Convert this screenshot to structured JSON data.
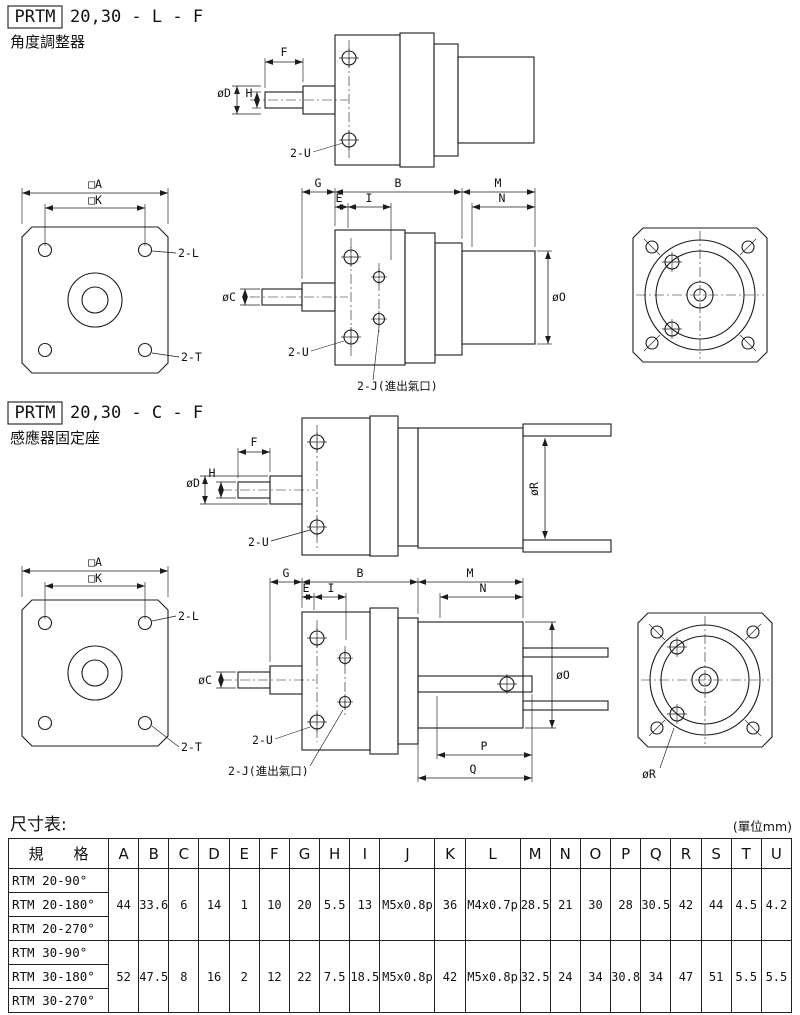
{
  "titles": {
    "s1_model": "PRTM",
    "s1_code": "20,30 - L - F",
    "s1_sub": "角度調整器",
    "s2_model": "PRTM",
    "s2_code": "20,30 - C - F",
    "s2_sub": "感應器固定座",
    "table_title": "尺寸表:",
    "unit": "(單位mm)"
  },
  "dims": {
    "A": "□A",
    "K": "□K",
    "L2": "2-L",
    "T2": "2-T",
    "F": "F",
    "dD": "øD",
    "H": "H",
    "dC": "øC",
    "dO": "øO",
    "dR": "øR",
    "G": "G",
    "B": "B",
    "M": "M",
    "E": "E",
    "I": "I",
    "N": "N",
    "U2": "2-U",
    "J2": "2-J(進出氣口)",
    "P": "P",
    "Q": "Q"
  },
  "table": {
    "spec_header": "規　　格",
    "columns": [
      "A",
      "B",
      "C",
      "D",
      "E",
      "F",
      "G",
      "H",
      "I",
      "J",
      "K",
      "L",
      "M",
      "N",
      "O",
      "P",
      "Q",
      "R",
      "S",
      "T",
      "U"
    ],
    "groups": [
      {
        "specs": [
          "RTM 20-90°",
          "RTM 20-180°",
          "RTM 20-270°"
        ],
        "values": [
          "44",
          "33.6",
          "6",
          "14",
          "1",
          "10",
          "20",
          "5.5",
          "13",
          "M5x0.8p",
          "36",
          "M4x0.7p",
          "28.5",
          "21",
          "30",
          "28",
          "30.5",
          "42",
          "44",
          "4.5",
          "4.2"
        ]
      },
      {
        "specs": [
          "RTM 30-90°",
          "RTM 30-180°",
          "RTM 30-270°"
        ],
        "values": [
          "52",
          "47.5",
          "8",
          "16",
          "2",
          "12",
          "22",
          "7.5",
          "18.5",
          "M5x0.8p",
          "42",
          "M5x0.8p",
          "32.5",
          "24",
          "34",
          "30.8",
          "34",
          "47",
          "51",
          "5.5",
          "5.5"
        ]
      }
    ]
  }
}
